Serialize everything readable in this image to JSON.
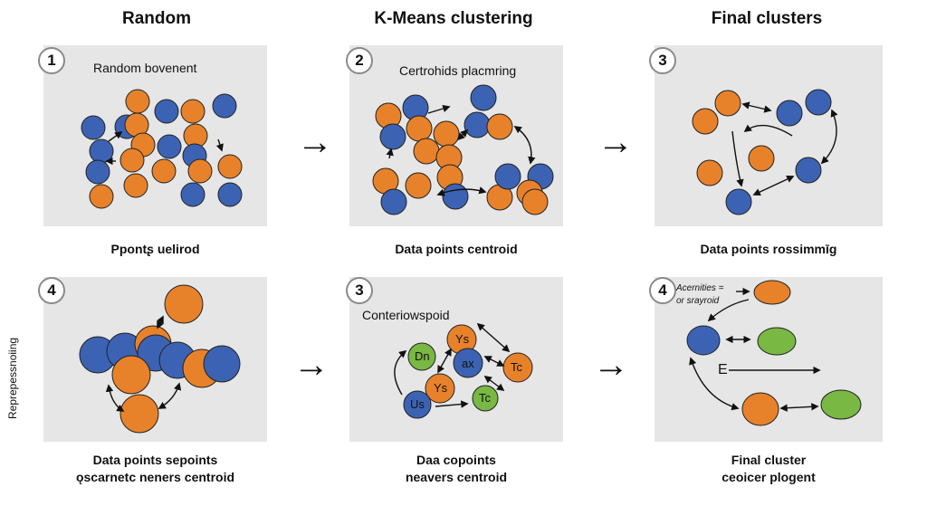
{
  "headers": {
    "col1": "Random",
    "col2": "K-Means clustering",
    "col3": "Final clusters"
  },
  "panels": [
    {
      "step": "1",
      "title": "Random bovenent",
      "caption_line1": "Ppontʂ uelirod",
      "caption_line2": ""
    },
    {
      "step": "2",
      "title": "Certrohids placmring",
      "caption_line1": "Data points centroid",
      "caption_line2": ""
    },
    {
      "step": "3",
      "title": "",
      "caption_line1": "Data points rossimmīg",
      "caption_line2": ""
    },
    {
      "step": "4",
      "title": "",
      "caption_line1": "Data points sepoints",
      "caption_line2": "ǫscarnetc neners centroid"
    },
    {
      "step": "3",
      "title": "Conteriowspoid",
      "caption_line1": "Daa copoints",
      "caption_line2": "neavers centroid",
      "nodes": {
        "dn": "Dn",
        "ys1": "Ys",
        "ax": "ax",
        "tc1": "Tc",
        "ys2": "Ys",
        "us": "Us",
        "tc2": "Tc"
      }
    },
    {
      "step": "4",
      "title": "",
      "caption_line1": "Final cluster",
      "caption_line2": "ceoicer plogent",
      "annotation_line1": "Acernities =",
      "annotation_line2": "or srayroid",
      "label_e": "E"
    }
  ],
  "side_label": "Reprepessnoiing",
  "colors": {
    "orange": "#e8822a",
    "blue": "#3c63b3",
    "green": "#78b843",
    "panel": "#e6e6e6"
  },
  "arrow_glyph": "→"
}
